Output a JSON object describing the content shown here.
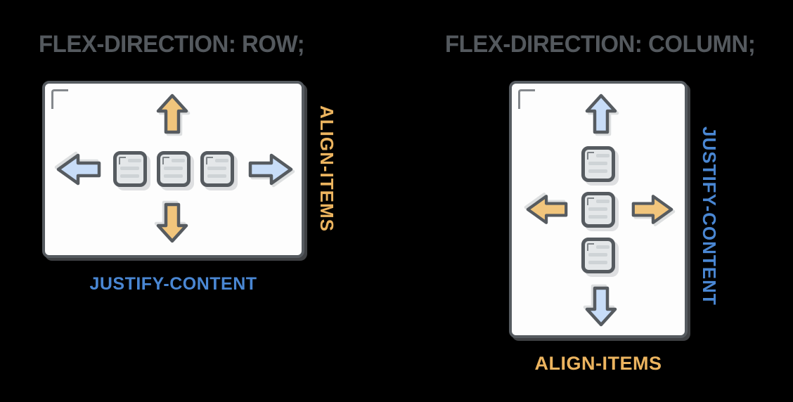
{
  "colors": {
    "background": "#000000",
    "title_gray": "#54595e",
    "stroke_gray": "#565b60",
    "label_blue": "#4a87d3",
    "label_orange": "#ecb45f",
    "arrow_blue_fill": "#c8ddf8",
    "arrow_orange_fill": "#f1c57c",
    "box_fill": "#fdfdfd",
    "item_fill": "#e4e7e9",
    "item_line": "#ced3d6",
    "corner_gray": "#84888c"
  },
  "row_panel": {
    "title": "FLEX-DIRECTION: ROW;",
    "justify_label": "JUSTIFY-CONTENT",
    "align_label": "ALIGN-ITEMS",
    "item_count": 3
  },
  "column_panel": {
    "title": "FLEX-DIRECTION: COLUMN;",
    "justify_label": "JUSTIFY-CONTENT",
    "align_label": "ALIGN-ITEMS",
    "item_count": 3
  }
}
